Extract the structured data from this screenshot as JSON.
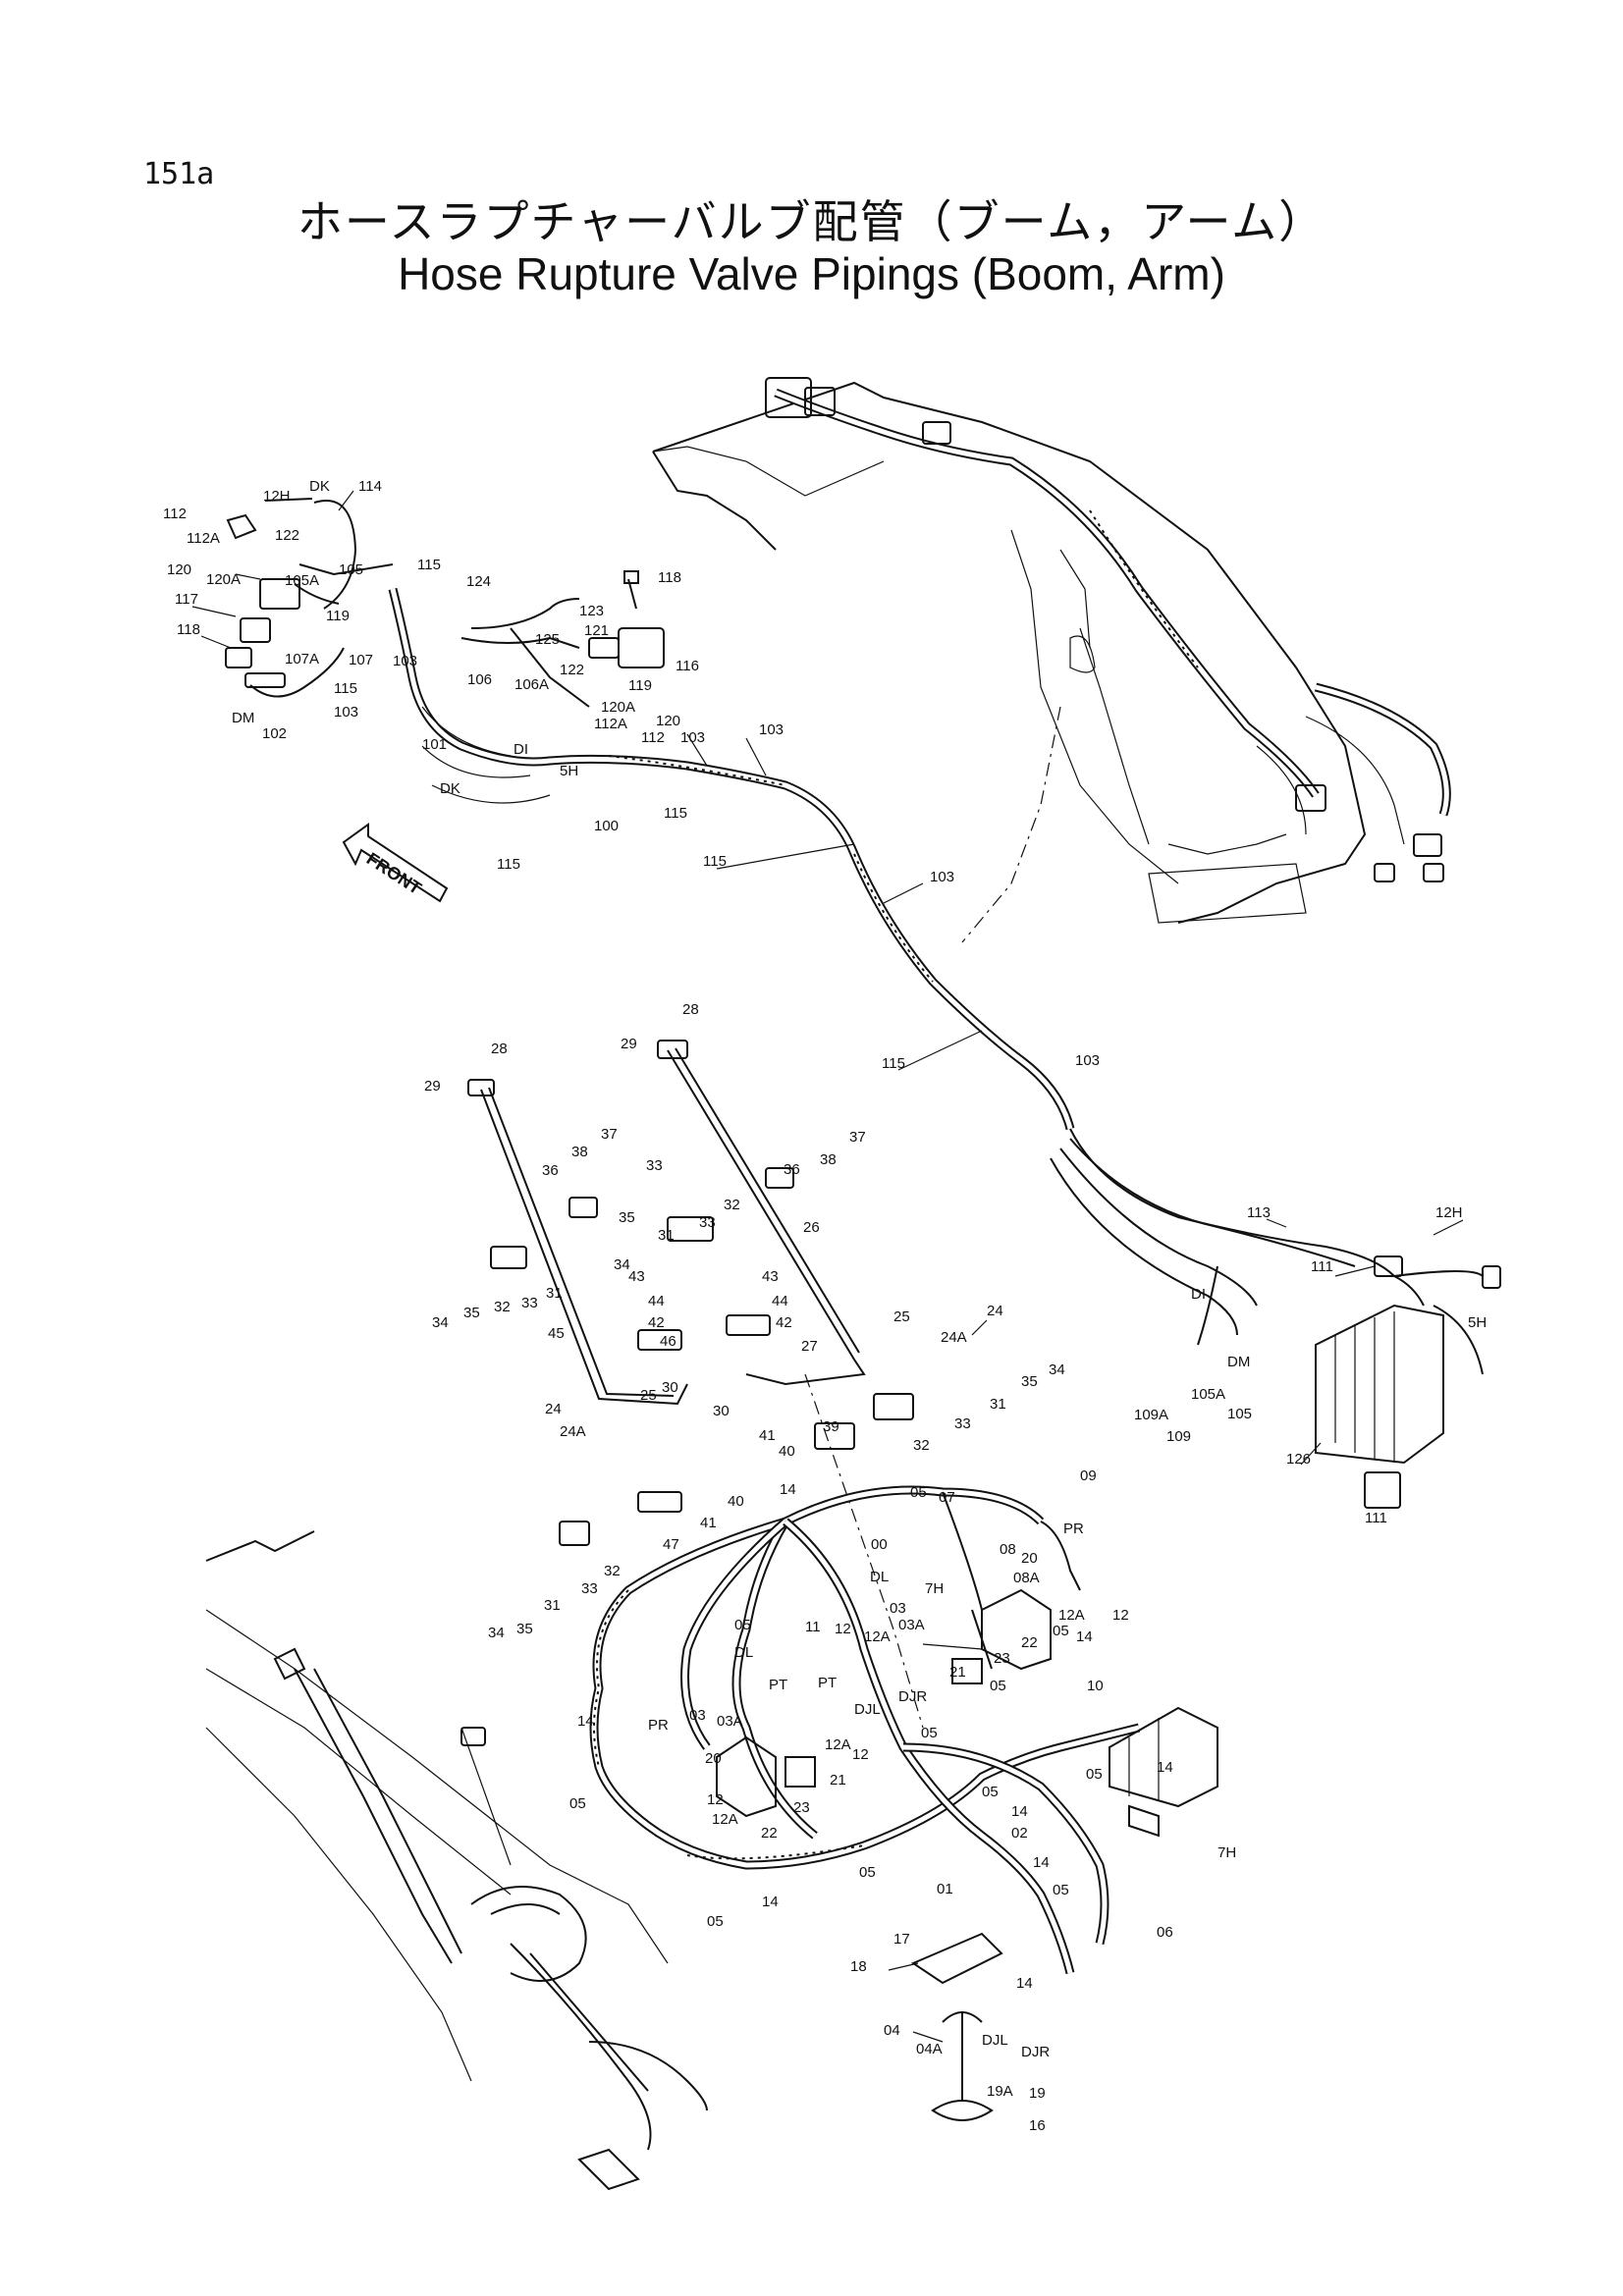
{
  "page_number": "151a",
  "title_jp": "ホースラプチャーバルブ配管（ブーム，アーム）",
  "title_en": "Hose Rupture Valve Pipings (Boom, Arm)",
  "front_arrow_label": "FRONT",
  "labels": {
    "l1": "112",
    "l2": "112A",
    "l3": "12H",
    "l4": "DK",
    "l5": "114",
    "l6": "122",
    "l7": "120",
    "l8": "120A",
    "l9": "105A",
    "l10": "105",
    "l11": "115",
    "l12": "124",
    "l13": "118",
    "l14": "117",
    "l15": "119",
    "l16": "123",
    "l17": "118",
    "l18": "103",
    "l19": "125",
    "l20": "121",
    "l21": "107A",
    "l22": "107",
    "l23": "116",
    "l24": "DM",
    "l25": "102",
    "l26": "115",
    "l27": "106",
    "l28": "106A",
    "l29": "122",
    "l30": "119",
    "l31": "103",
    "l32": "120A",
    "l33": "112A",
    "l34": "112",
    "l35": "120",
    "l36": "101",
    "l37": "103",
    "l38": "DI",
    "l39": "5H",
    "l40": "DK",
    "l41": "100",
    "l42": "115",
    "l43": "115",
    "l44": "103",
    "l45": "115",
    "l46": "103",
    "l47": "115",
    "l48": "103",
    "l49": "28",
    "l50": "29",
    "l51": "28",
    "l52": "29",
    "l53": "37",
    "l54": "38",
    "l55": "36",
    "l56": "33",
    "l57": "37",
    "l58": "36",
    "l59": "38",
    "l60": "32",
    "l61": "33",
    "l62": "31",
    "l63": "35",
    "l64": "34",
    "l65": "26",
    "l66": "34",
    "l67": "35",
    "l68": "32",
    "l69": "33",
    "l70": "31",
    "l71": "43",
    "l72": "44",
    "l73": "42",
    "l74": "43",
    "l75": "44",
    "l76": "42",
    "l77": "45",
    "l78": "46",
    "l79": "27",
    "l80": "25",
    "l81": "30",
    "l82": "30",
    "l83": "25",
    "l84": "24",
    "l85": "24A",
    "l86": "24",
    "l87": "24A",
    "l88": "34",
    "l89": "35",
    "l90": "31",
    "l91": "33",
    "l92": "32",
    "l93": "39",
    "l94": "41",
    "l95": "40",
    "l96": "41",
    "l97": "40",
    "l98": "47",
    "l99": "33",
    "l100": "32",
    "l101": "31",
    "l102": "34",
    "l103": "35",
    "l104": "113",
    "l105": "12H",
    "l106": "111",
    "l107": "DI",
    "l108": "DM",
    "l109": "5H",
    "l110": "105A",
    "l111": "105",
    "l112": "109A",
    "l113": "109",
    "l114": "126",
    "l115": "111",
    "l116": "14",
    "l117": "05",
    "l118": "07",
    "l119": "09",
    "l120": "PR",
    "l121": "00",
    "l122": "DL",
    "l123": "08",
    "l124": "08A",
    "l125": "20",
    "l126": "7H",
    "l127": "03",
    "l128": "03A",
    "l129": "12A",
    "l130": "12",
    "l131": "12A",
    "l132": "12",
    "l133": "05",
    "l134": "11",
    "l135": "DL",
    "l136": "PT",
    "l137": "PT",
    "l138": "DJR",
    "l139": "DJL",
    "l140": "21",
    "l141": "23",
    "l142": "22",
    "l143": "05",
    "l144": "05",
    "l145": "14",
    "l146": "PR",
    "l147": "03",
    "l148": "03A",
    "l149": "12A",
    "l150": "12",
    "l151": "20",
    "l152": "21",
    "l153": "12A",
    "l154": "12",
    "l155": "22",
    "l156": "23",
    "l157": "05",
    "l158": "10",
    "l159": "14",
    "l160": "05",
    "l161": "05",
    "l162": "14",
    "l163": "02",
    "l164": "14",
    "l165": "05",
    "l166": "01",
    "l167": "05",
    "l168": "14",
    "l169": "05",
    "l170": "7H",
    "l171": "06",
    "l172": "17",
    "l173": "18",
    "l174": "14",
    "l175": "04",
    "l176": "04A",
    "l177": "DJL",
    "l178": "DJR",
    "l179": "19A",
    "l180": "19",
    "l181": "16",
    "l182": "14",
    "l183": "05"
  }
}
